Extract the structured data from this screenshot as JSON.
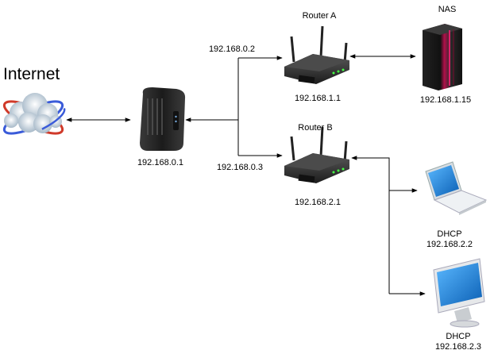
{
  "internet": {
    "label": "Internet"
  },
  "modem": {
    "ip": "192.168.0.1"
  },
  "links": {
    "to_router_a_ip": "192.168.0.2",
    "to_router_b_ip": "192.168.0.3"
  },
  "router_a": {
    "name": "Router A",
    "ip": "192.168.1.1"
  },
  "router_b": {
    "name": "Router B",
    "ip": "192.168.2.1"
  },
  "nas": {
    "name": "NAS",
    "ip": "192.168.1.15"
  },
  "laptop": {
    "mode": "DHCP",
    "ip": "192.168.2.2"
  },
  "desktop": {
    "mode": "DHCP",
    "ip": "192.168.2.3"
  },
  "icons": [
    "globe-cloud-icon",
    "cable-modem-icon",
    "router-icon",
    "nas-server-icon",
    "laptop-icon",
    "desktop-icon"
  ],
  "colors": {
    "line": "#000000",
    "device_dark": "#2b2b2b",
    "screen_blue": "#1e88d8",
    "nas_accent": "#d0105a"
  }
}
